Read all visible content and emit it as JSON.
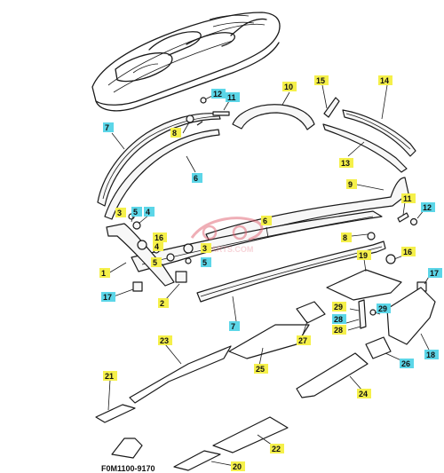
{
  "diagram": {
    "figure_code": "F0M1100-9170",
    "watermark": "PARTS.COM",
    "callouts": [
      {
        "id": "c1",
        "num": "1",
        "hl": "yellow"
      },
      {
        "id": "c2",
        "num": "2",
        "hl": "yellow"
      },
      {
        "id": "c3",
        "num": "3",
        "hl": "yellow"
      },
      {
        "id": "c4",
        "num": "4",
        "hl": "cyan"
      },
      {
        "id": "c5a",
        "num": "5",
        "hl": "cyan"
      },
      {
        "id": "c6a",
        "num": "6",
        "hl": "cyan"
      },
      {
        "id": "c7a",
        "num": "7",
        "hl": "cyan"
      },
      {
        "id": "c8a",
        "num": "8",
        "hl": "yellow"
      },
      {
        "id": "c10",
        "num": "10",
        "hl": "yellow"
      },
      {
        "id": "c11a",
        "num": "11",
        "hl": "cyan"
      },
      {
        "id": "c12a",
        "num": "12",
        "hl": "cyan"
      },
      {
        "id": "c14",
        "num": "14",
        "hl": "yellow"
      },
      {
        "id": "c15",
        "num": "15",
        "hl": "yellow"
      },
      {
        "id": "c13",
        "num": "13",
        "hl": "yellow"
      },
      {
        "id": "c9",
        "num": "9",
        "hl": "yellow"
      },
      {
        "id": "c11b",
        "num": "11",
        "hl": "yellow"
      },
      {
        "id": "c12b",
        "num": "12",
        "hl": "cyan"
      },
      {
        "id": "c6b",
        "num": "6",
        "hl": "yellow"
      },
      {
        "id": "c8b",
        "num": "8",
        "hl": "yellow"
      },
      {
        "id": "c4b",
        "num": "4",
        "hl": "yellow"
      },
      {
        "id": "c16a",
        "num": "16",
        "hl": "yellow"
      },
      {
        "id": "c3b",
        "num": "3",
        "hl": "yellow"
      },
      {
        "id": "c5b",
        "num": "5",
        "hl": "yellow"
      },
      {
        "id": "c5c",
        "num": "5",
        "hl": "cyan"
      },
      {
        "id": "c17a",
        "num": "17",
        "hl": "cyan"
      },
      {
        "id": "c7b",
        "num": "7",
        "hl": "cyan"
      },
      {
        "id": "c19",
        "num": "19",
        "hl": "yellow"
      },
      {
        "id": "c16b",
        "num": "16",
        "hl": "yellow"
      },
      {
        "id": "c17b",
        "num": "17",
        "hl": "cyan"
      },
      {
        "id": "c29a",
        "num": "29",
        "hl": "yellow"
      },
      {
        "id": "c29b",
        "num": "29",
        "hl": "cyan"
      },
      {
        "id": "c28a",
        "num": "28",
        "hl": "cyan"
      },
      {
        "id": "c28b",
        "num": "28",
        "hl": "yellow"
      },
      {
        "id": "c18",
        "num": "18",
        "hl": "cyan"
      },
      {
        "id": "c26",
        "num": "26",
        "hl": "cyan"
      },
      {
        "id": "c27",
        "num": "27",
        "hl": "yellow"
      },
      {
        "id": "c23",
        "num": "23",
        "hl": "yellow"
      },
      {
        "id": "c25",
        "num": "25",
        "hl": "yellow"
      },
      {
        "id": "c24",
        "num": "24",
        "hl": "yellow"
      },
      {
        "id": "c21",
        "num": "21",
        "hl": "yellow"
      },
      {
        "id": "c22",
        "num": "22",
        "hl": "yellow"
      },
      {
        "id": "c20",
        "num": "20",
        "hl": "yellow"
      }
    ]
  },
  "colors": {
    "highlight_yellow": "#f5f04a",
    "highlight_cyan": "#5cd6e8",
    "line": "#1a1a1a",
    "watermark": "#e06070"
  }
}
